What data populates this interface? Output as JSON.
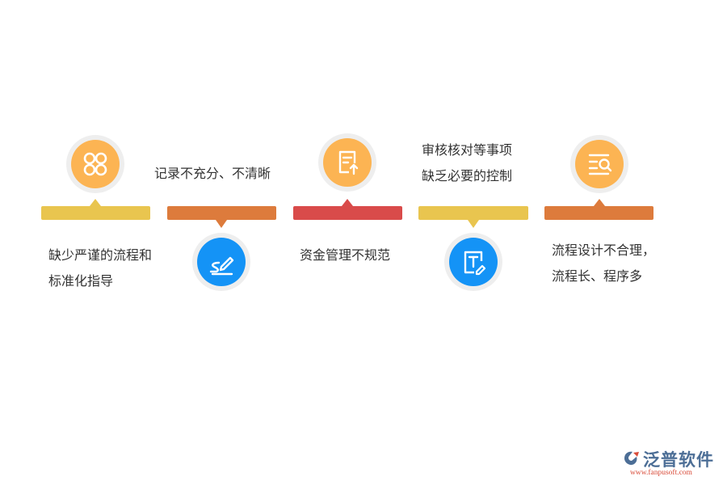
{
  "colors": {
    "yellow": "#e9c54f",
    "orange": "#dd7b3c",
    "red": "#d94b4a",
    "icon_orange": "#fcb453",
    "icon_blue": "#1493f6",
    "ring": "#eeeeee"
  },
  "steps": [
    {
      "icon": "grid-four-circles-icon",
      "text_lines": [
        "缺少严谨的流程和",
        "标准化指导"
      ]
    },
    {
      "icon": "pen-swirl-icon",
      "text_lines": [
        "记录不充分、不清晰"
      ]
    },
    {
      "icon": "document-upload-icon",
      "text_lines": [
        "资金管理不规范"
      ]
    },
    {
      "icon": "text-edit-icon",
      "text_lines": [
        "审核核对等事项",
        "缺乏必要的控制"
      ]
    },
    {
      "icon": "list-search-icon",
      "text_lines": [
        "流程设计不合理，",
        "流程长、程序多"
      ]
    }
  ],
  "logo": {
    "name": "泛普软件",
    "url": "www.fanpusoft.com"
  }
}
